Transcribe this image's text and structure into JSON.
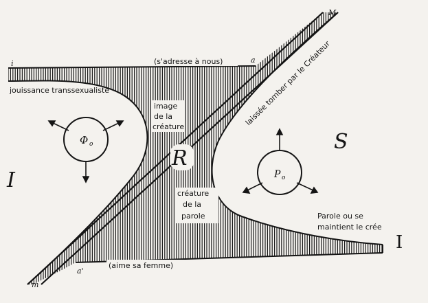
{
  "diagram": {
    "labels": {
      "addresse": "(s'adresse à nous)",
      "aime": "(aime sa femme)",
      "jouissance": "jouissance transsexualiste",
      "image_l1": "image",
      "image_l2": "de la",
      "image_l3": "créature",
      "creature_l1": "créature",
      "creature_l2": "de la",
      "creature_l3": "parole",
      "parole_l1": "Parole ou se",
      "parole_l2": "maintient le crée",
      "laissee": "laissée tomber par le Créateur",
      "corner_i": "i",
      "corner_a": "a",
      "corner_M": "M",
      "corner_m": "m",
      "corner_a_prime": "a'",
      "big_I": "I",
      "letter_S": "S",
      "letter_I_left": "I",
      "phi_symbol": "Φ",
      "phi_sub": "o",
      "p_symbol": "P",
      "p_sub": "o",
      "center_letter": "R"
    },
    "colors": {
      "ink": "#151515",
      "paper": "#f4f2ee"
    }
  }
}
